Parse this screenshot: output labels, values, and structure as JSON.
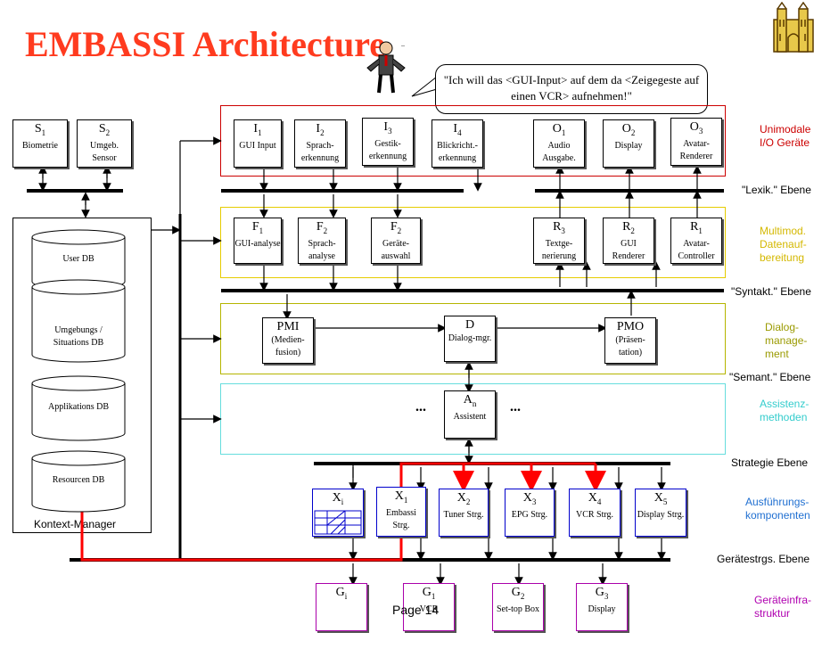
{
  "title": "EMBASSI Architecture",
  "speech_bubble": "\"Ich will das <GUI-Input> auf dem da <Zeigegeste auf einen VCR> aufnehmen!\"",
  "footer": "Page 14",
  "kontext_manager": "Kontext-Manager",
  "sensors": [
    {
      "id": "S",
      "sub": "1",
      "text": "Biometrie"
    },
    {
      "id": "S",
      "sub": "2",
      "text": "Umgeb. Sensor"
    }
  ],
  "databases": [
    {
      "text": "User DB"
    },
    {
      "text": "Umgebungs / Situations DB"
    },
    {
      "text": "Applikations DB"
    },
    {
      "text": "Resourcen DB"
    }
  ],
  "inputs": [
    {
      "id": "I",
      "sub": "1",
      "text": "GUI Input"
    },
    {
      "id": "I",
      "sub": "2",
      "text": "Sprach-erkennung"
    },
    {
      "id": "I",
      "sub": "3",
      "text": "Gestik-erkennung"
    },
    {
      "id": "I",
      "sub": "4",
      "text": "Blickricht.-erkennung"
    }
  ],
  "outputs": [
    {
      "id": "O",
      "sub": "1",
      "text": "Audio Ausgabe."
    },
    {
      "id": "O",
      "sub": "2",
      "text": "Display"
    },
    {
      "id": "O",
      "sub": "3",
      "text": "Avatar-Renderer"
    }
  ],
  "fusion": [
    {
      "id": "F",
      "sub": "1",
      "text": "GUI-analyse"
    },
    {
      "id": "F",
      "sub": "2",
      "text": "Sprach-analyse"
    },
    {
      "id": "F",
      "sub": "2",
      "text": "Geräte-auswahl"
    }
  ],
  "renderers": [
    {
      "id": "R",
      "sub": "3",
      "text": "Textge-nerierung"
    },
    {
      "id": "R",
      "sub": "2",
      "text": "GUI Renderer"
    },
    {
      "id": "R",
      "sub": "1",
      "text": "Avatar-Controller"
    }
  ],
  "dialog": [
    {
      "id": "PMI",
      "sub": "",
      "text": "(Medien-fusion)"
    },
    {
      "id": "D",
      "sub": "",
      "text": "Dialog-mgr."
    },
    {
      "id": "PMO",
      "sub": "",
      "text": "(Präsen-tation)"
    }
  ],
  "assistant": {
    "id": "A",
    "sub": "n",
    "text": "Assistent",
    "dots": "..."
  },
  "strategies": [
    {
      "id": "X",
      "sub": "i",
      "text": ""
    },
    {
      "id": "X",
      "sub": "1",
      "text": "Embassi Strg."
    },
    {
      "id": "X",
      "sub": "2",
      "text": "Tuner Strg."
    },
    {
      "id": "X",
      "sub": "3",
      "text": "EPG Strg."
    },
    {
      "id": "X",
      "sub": "4",
      "text": "VCR Strg."
    },
    {
      "id": "X",
      "sub": "5",
      "text": "Display Strg."
    }
  ],
  "devices": [
    {
      "id": "G",
      "sub": "i",
      "text": ""
    },
    {
      "id": "G",
      "sub": "1",
      "text": "VCR"
    },
    {
      "id": "G",
      "sub": "2",
      "text": "Set-top Box"
    },
    {
      "id": "G",
      "sub": "3",
      "text": "Display"
    }
  ],
  "levels": [
    {
      "text": "Unimodale I/O Geräte",
      "color": "#cc0000"
    },
    {
      "text": "\"Lexik.\" Ebene",
      "color": "#000000"
    },
    {
      "text": "Multimod. Datenauf-bereitung",
      "color": "#d4b800"
    },
    {
      "text": "\"Syntakt.\" Ebene",
      "color": "#000000"
    },
    {
      "text": "Dialog-manage-ment",
      "color": "#9a9a00"
    },
    {
      "text": "\"Semant.\" Ebene",
      "color": "#000000"
    },
    {
      "text": "Assistenz-methoden",
      "color": "#33cccc"
    },
    {
      "text": "Strategie Ebene",
      "color": "#000000"
    },
    {
      "text": "Ausführungs-komponenten",
      "color": "#1f6fd1"
    },
    {
      "text": "Gerätestrgs. Ebene",
      "color": "#000000"
    },
    {
      "text": "Geräteinfra-struktur",
      "color": "#b000b0"
    }
  ],
  "colors": {
    "title": "#ff3b1f",
    "io_band": "#cc0000",
    "multimod_band": "#e6cc00",
    "dialog_band": "#b5b500",
    "assist_band": "#66dddd",
    "strategy_border": "#0000cc",
    "device_border": "#aa00aa",
    "control_path": "#ff0000"
  }
}
